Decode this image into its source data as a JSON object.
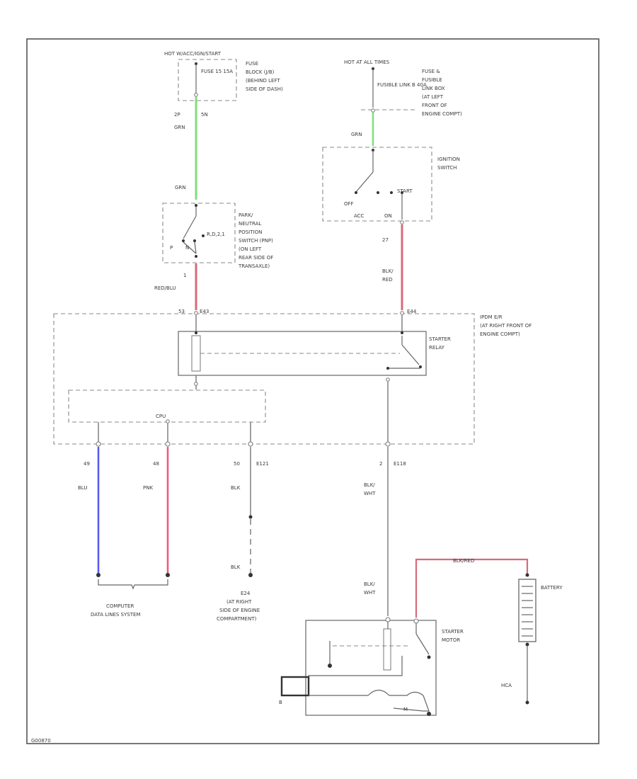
{
  "colors": {
    "grn": "#7ee07a",
    "red": "#d86a7a",
    "pnk": "#ee5a7e",
    "blu": "#5a5af0",
    "wire_gray": "#777777"
  },
  "fuse_block": {
    "power_label": "HOT W/ACC/IGN/START",
    "fuse_label": "FUSE 15 15A",
    "location": [
      "FUSE",
      "BLOCK (J/B)",
      "(BEHIND LEFT",
      "SIDE OF DASH)"
    ],
    "connector_a": "2P",
    "connector_b": "5N",
    "wire_color": "GRN"
  },
  "fusible_link": {
    "power_label": "HOT AT ALL TIMES",
    "fuse_label": "FUSIBLE LINK B 40A",
    "location": [
      "FUSE &",
      "FUSIBLE",
      "LINK BOX",
      "(AT LEFT",
      "FRONT OF",
      "ENGINE COMPT)"
    ],
    "wire_color": "GRN"
  },
  "pnp_switch": {
    "wire_color_in": "GRN",
    "pos_p": "P",
    "pos_n": "N",
    "pos_r": "R,D,2,1",
    "desc": [
      "PARK/",
      "NEUTRAL",
      "POSITION",
      "SWITCH (PNP)",
      "(ON LEFT",
      "REAR SIDE OF",
      "TRANSAXLE)"
    ],
    "pin_out": "1",
    "wire_color_out": "RED/BLU"
  },
  "ignition_switch": {
    "desc": [
      "IGNITION",
      "SWITCH"
    ],
    "pos_off": "OFF",
    "pos_start": "START",
    "conn_a": "ACC",
    "conn_b": "ON",
    "pin_out": "27",
    "wire_color_out": [
      "BLK/",
      "RED"
    ]
  },
  "ipdm": {
    "desc": [
      "IPDM E/R",
      "(AT RIGHT FRONT OF",
      "ENGINE COMPT)"
    ],
    "pin_left": "53",
    "conn_left": "E43",
    "conn_right": "E44",
    "relay_label": [
      "STARTER",
      "RELAY"
    ],
    "cpu_label": "CPU"
  },
  "bottom_wires": {
    "can_l": {
      "pin": "49",
      "color": "BLU"
    },
    "can_h": {
      "pin": "48",
      "color": "PNK"
    },
    "ground": {
      "pin": "50",
      "conn": "E121",
      "color": "BLK",
      "color2": "BLK"
    },
    "starter": {
      "pin": "2",
      "conn": "E118",
      "color": [
        "BLK/",
        "WHT"
      ],
      "color2": [
        "BLK/",
        "WHT"
      ]
    }
  },
  "can_system": [
    "COMPUTER",
    "DATA LINES SYSTEM"
  ],
  "ground_point": {
    "id": "E24",
    "desc": [
      "(AT RIGHT",
      "SIDE OF ENGINE",
      "COMPARTMENT)"
    ]
  },
  "battery": {
    "label": "BATTERY",
    "cable": "BLK/RED",
    "ground": "HCA"
  },
  "starter_motor": {
    "label": [
      "STARTER",
      "MOTOR"
    ],
    "terminal_m": "M",
    "terminal_b": "B"
  },
  "footer_code": "G00870"
}
